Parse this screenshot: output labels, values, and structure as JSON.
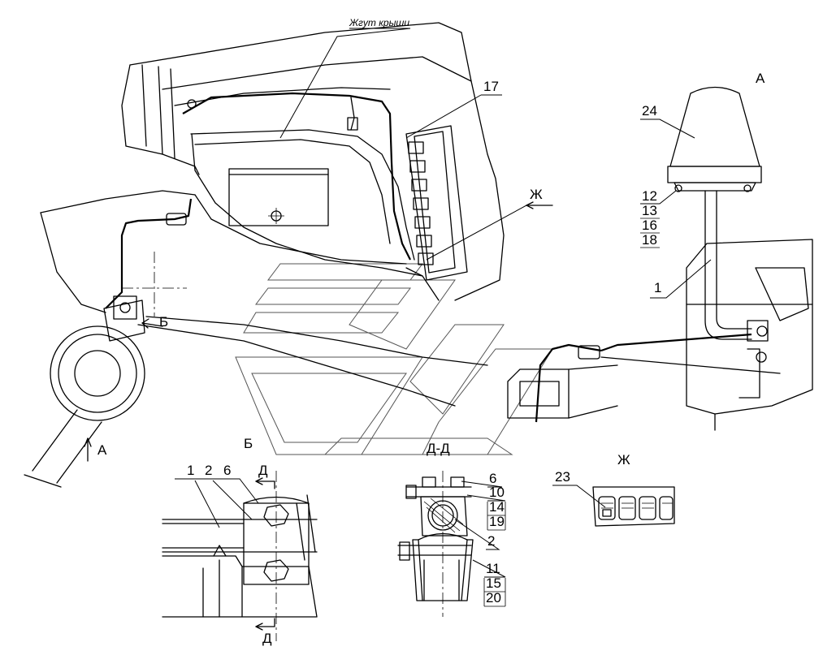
{
  "labels": {
    "harness_roof": "Жгут крыши",
    "view_a_top": "А",
    "view_a_bottom": "А",
    "view_b_arrow": "Б",
    "view_b_title": "Б",
    "view_zh_arrow": "Ж",
    "view_zh_title": "Ж",
    "section_dd": "Д-Д",
    "cut_d_top": "Д",
    "cut_d_bottom": "Д"
  },
  "callouts": {
    "c1_main": "1",
    "c24": "24",
    "c12": "12",
    "c13": "13",
    "c16": "16",
    "c18": "18",
    "c17": "17",
    "c1_b": "1",
    "c2_b": "2",
    "c6_b": "6",
    "c6_d": "6",
    "c10": "10",
    "c14": "14",
    "c19": "19",
    "c2_d": "2",
    "c11": "11",
    "c15": "15",
    "c20": "20",
    "c23": "23"
  }
}
